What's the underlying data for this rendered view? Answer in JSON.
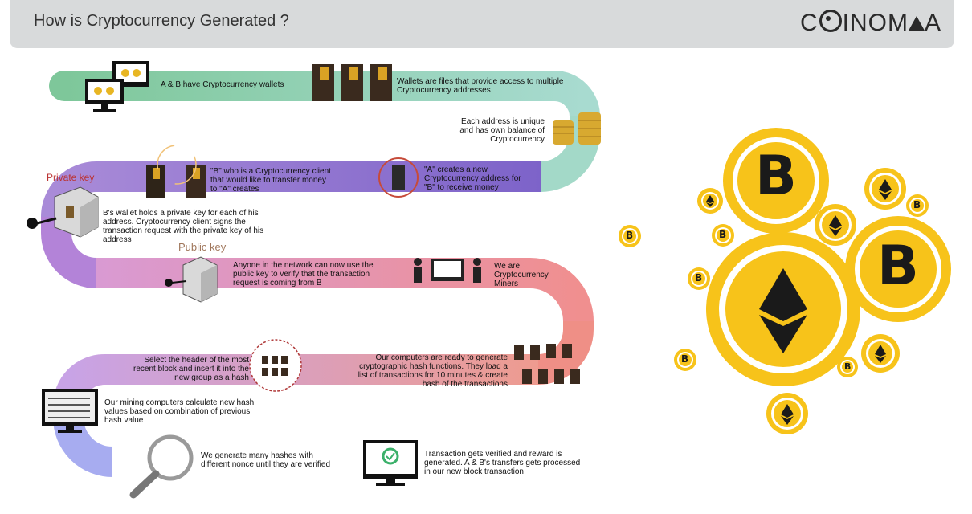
{
  "header": {
    "title": "How is Cryptocurrency  Generated ?",
    "logo": "COINOMIA"
  },
  "steps": {
    "s1": "A & B have Cryptocurrency wallets",
    "s2": "Wallets are files that provide access to multiple Cryptocurrency addresses",
    "s3": "Each address is unique and has own balance of Cryptocurrency",
    "s4": "\"B\" who is a Cryptocurrency client that would like to transfer money to \"A\" creates",
    "s5": "\"A\" creates a new Cryptocurrency address for \"B\" to receive money",
    "s6": "B's wallet holds a private key for each of his address. Cryptocurrency client signs the transaction request with the private key of his address",
    "s7": "Anyone in the network can now use the public key to verify that the transaction request is coming from B",
    "s8": "We are Cryptocurrency Miners",
    "s9": "Our computers are ready to generate cryptographic hash functions. They load a list of transactions for 10 minutes & create hash of the transactions",
    "s10": "Select the header of the most recent block and insert it into the new group as a hash",
    "s11": "Our mining computers calculate new hash values based on combination of previous hash value",
    "s12": "We generate many hashes with different nonce until they are verified",
    "s13": "Transaction gets verified and reward is generated. A & B's transfers gets processed in our new block transaction"
  },
  "keys": {
    "private": "Private key",
    "public": "Public key"
  },
  "colors": {
    "band_green": "#8fd0a2",
    "band_purple": "#8a6fcf",
    "band_pink": "#e8a0c4",
    "band_salmon": "#f0948a",
    "band_blue": "#a8aaf0",
    "coin_gold": "#f7c31a",
    "coin_dark": "#1a1a1a"
  },
  "coins": {
    "btc_symbol": "B",
    "eth_symbol": "◆"
  }
}
